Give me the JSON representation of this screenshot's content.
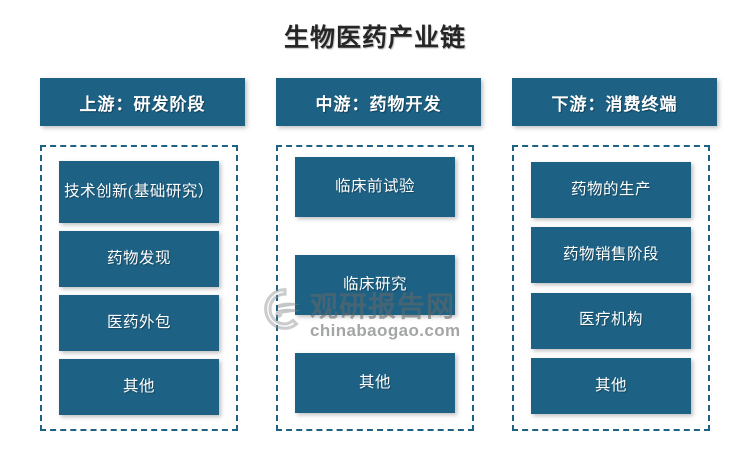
{
  "title": "生物医药产业链",
  "colors": {
    "box_fill": "#1d6285",
    "box_text": "#ffffff",
    "dashed_border": "#1d6285",
    "background": "#ffffff",
    "title_text": "#262626"
  },
  "columns": [
    {
      "header": "上游：研发阶段",
      "items": [
        "技术创新(基础研究）",
        "药物发现",
        "医药外包",
        "其他"
      ]
    },
    {
      "header": "中游：药物开发",
      "items": [
        "临床前试验",
        "临床研究",
        "其他"
      ]
    },
    {
      "header": "下游：消费终端",
      "items": [
        "药物的生产",
        "药物销售阶段",
        "医疗机构",
        "其他"
      ]
    }
  ],
  "watermark": {
    "brand": "观研报告网",
    "site": "chinabaogao.com"
  }
}
